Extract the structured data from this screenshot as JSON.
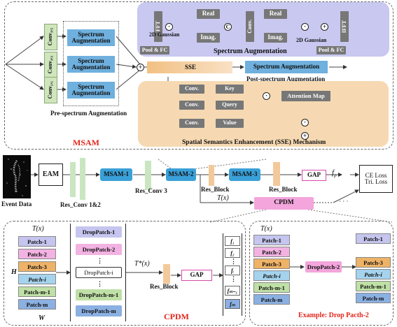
{
  "msam": {
    "title": "MSAM",
    "conv_branches": [
      "Conv₃ₓ₅",
      "Conv₃ₓ₃",
      "Conv₁ₓ₁"
    ],
    "spectrum_aug_boxes": [
      "Spectrum Augmentation",
      "Spectrum Augmentation",
      "Spectrum Augmentation"
    ],
    "pre_spectrum_label": "Pre-spectrum Augmentation",
    "spectrum_detail": {
      "title": "Spectrum Augmentation",
      "fft": "FFT",
      "ifft": "IFFT",
      "conv": "Conv.",
      "real": "Real",
      "imag": "Imag.",
      "gaussian": "2D Gaussian",
      "pool_fc": "Pool & FC",
      "c": "C"
    },
    "sse_label": "SSE",
    "post_spectrum_box": "Spectrum Augmentation",
    "post_spectrum_label": "Post-spectrum Augmentation",
    "sse_detail": {
      "title": "Spatial Semantics Enhancement  (SSE) Mechanism",
      "conv": "Conv.",
      "key": "Key",
      "query": "Query",
      "value": "Value",
      "attention": "Attention Map"
    }
  },
  "pipeline": {
    "event_data": "Event Data",
    "eam": "EAM",
    "msam1": "MSAM-1",
    "msam2": "MSAM-2",
    "msam3": "MSAM-3",
    "res_conv12": "Res_Conv 1&2",
    "res_conv3": "Res_Conv 3",
    "res_block_a": "Res_Block",
    "res_block_b": "Res_Block",
    "gap": "GAP",
    "fp": "f",
    "fp_sub": "p",
    "tx": "T(x)",
    "cpdm": "CPDM",
    "losses": [
      "CE Loss",
      "Tri. Loss"
    ]
  },
  "cpdm": {
    "title": "CPDM",
    "tx": "T(x)",
    "h": "H",
    "w": "W",
    "patches": [
      "Patch-1",
      "Patch-2",
      "Patch-3",
      "Patch-i",
      "Patch-m-1",
      "Patch-m"
    ],
    "drop_patches": [
      "DropPatch-1",
      "DropPatch-2",
      "⋮",
      "DropPatch-i",
      "⋮",
      "DropPatch-m-1",
      "DropPatch-m"
    ],
    "t_star": "T*(x)",
    "res_block": "Res_Block",
    "gap": "GAP",
    "features": [
      "f₁",
      "f₂",
      "⋮",
      "fᵢ",
      "⋮",
      "fₘ₋₁",
      "fₘ"
    ]
  },
  "example": {
    "title": "Example: Drop  Pacth-2",
    "tx": "T(x)",
    "input_patches": [
      "Patch-1",
      "Patch-2",
      "Patch-3",
      "Patch-i",
      "Patch-m-1",
      "Patch-m"
    ],
    "drop_box": "DropPatch-2",
    "output_patches": [
      "Patch-1",
      "Patch-3",
      "Patch-i",
      "Patch-m-1",
      "Patch-m"
    ]
  }
}
